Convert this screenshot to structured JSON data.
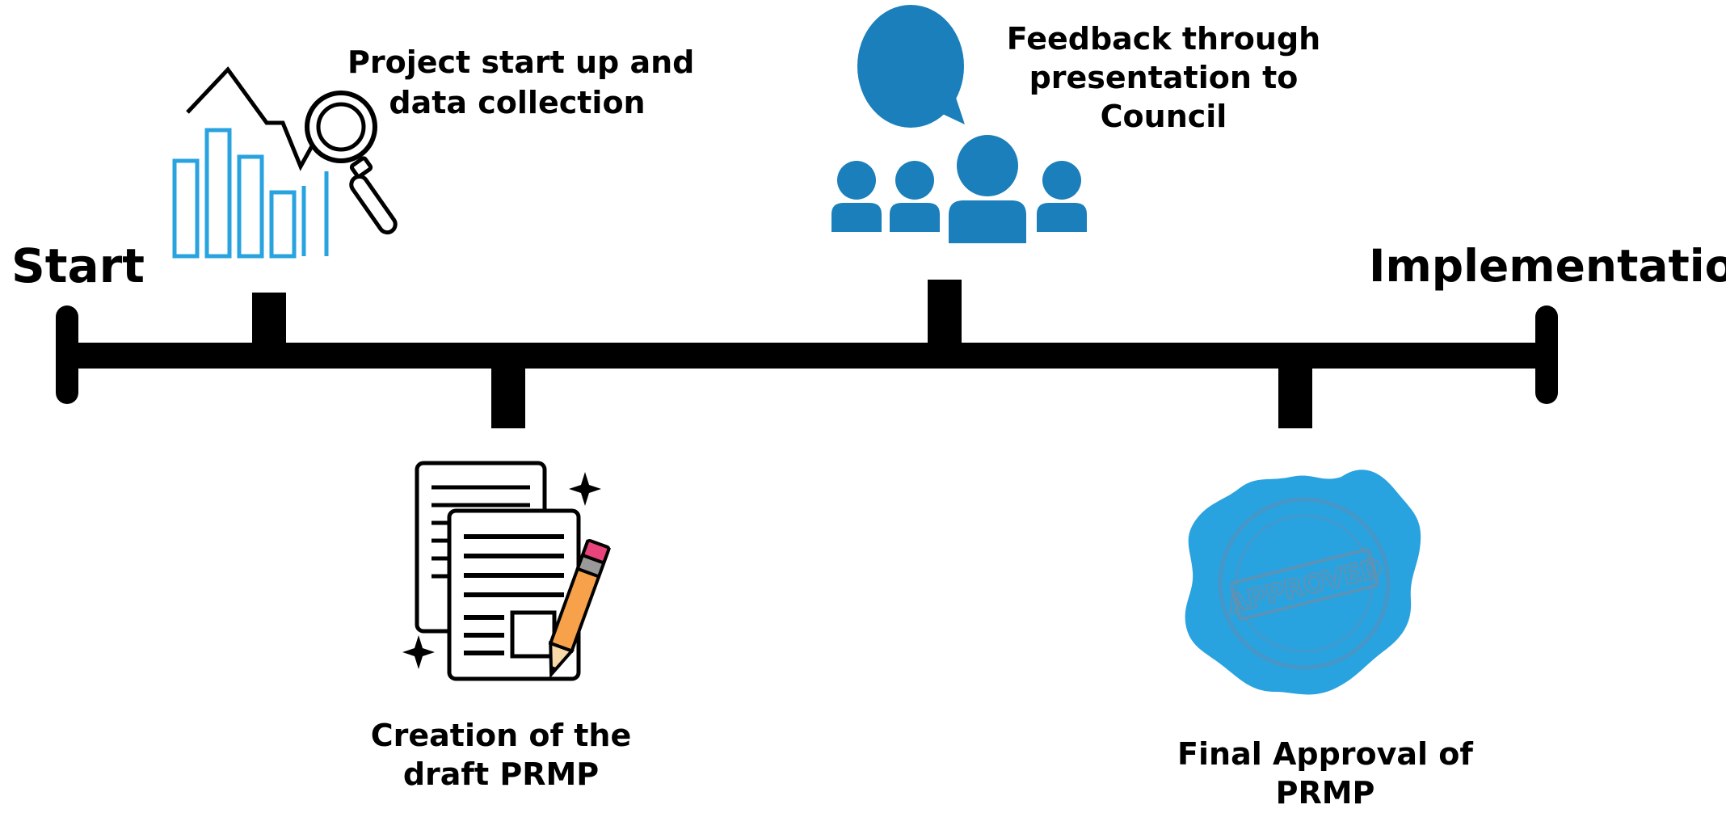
{
  "timeline": {
    "start_label": "Start",
    "end_label": "Implementation",
    "milestones": [
      {
        "lines": [
          "Project start up and",
          "data collection"
        ],
        "icon": "chart-magnifier-icon"
      },
      {
        "lines": [
          "Creation of the",
          "draft PRMP"
        ],
        "icon": "documents-pencil-icon"
      },
      {
        "lines": [
          "Feedback through",
          "presentation to",
          "Council"
        ],
        "icon": "audience-speech-bubble-icon"
      },
      {
        "lines": [
          "Final Approval of",
          "PRMP"
        ],
        "icon": "approved-seal-icon"
      }
    ]
  },
  "colors": {
    "line": "#000000",
    "chart_blue": "#29a3df",
    "people_blue": "#1a7fba",
    "seal_blue": "#29a2e0",
    "seal_text": "#6e8ea6",
    "pencil_orange": "#f7a24a",
    "eraser_pink": "#e9447a"
  }
}
